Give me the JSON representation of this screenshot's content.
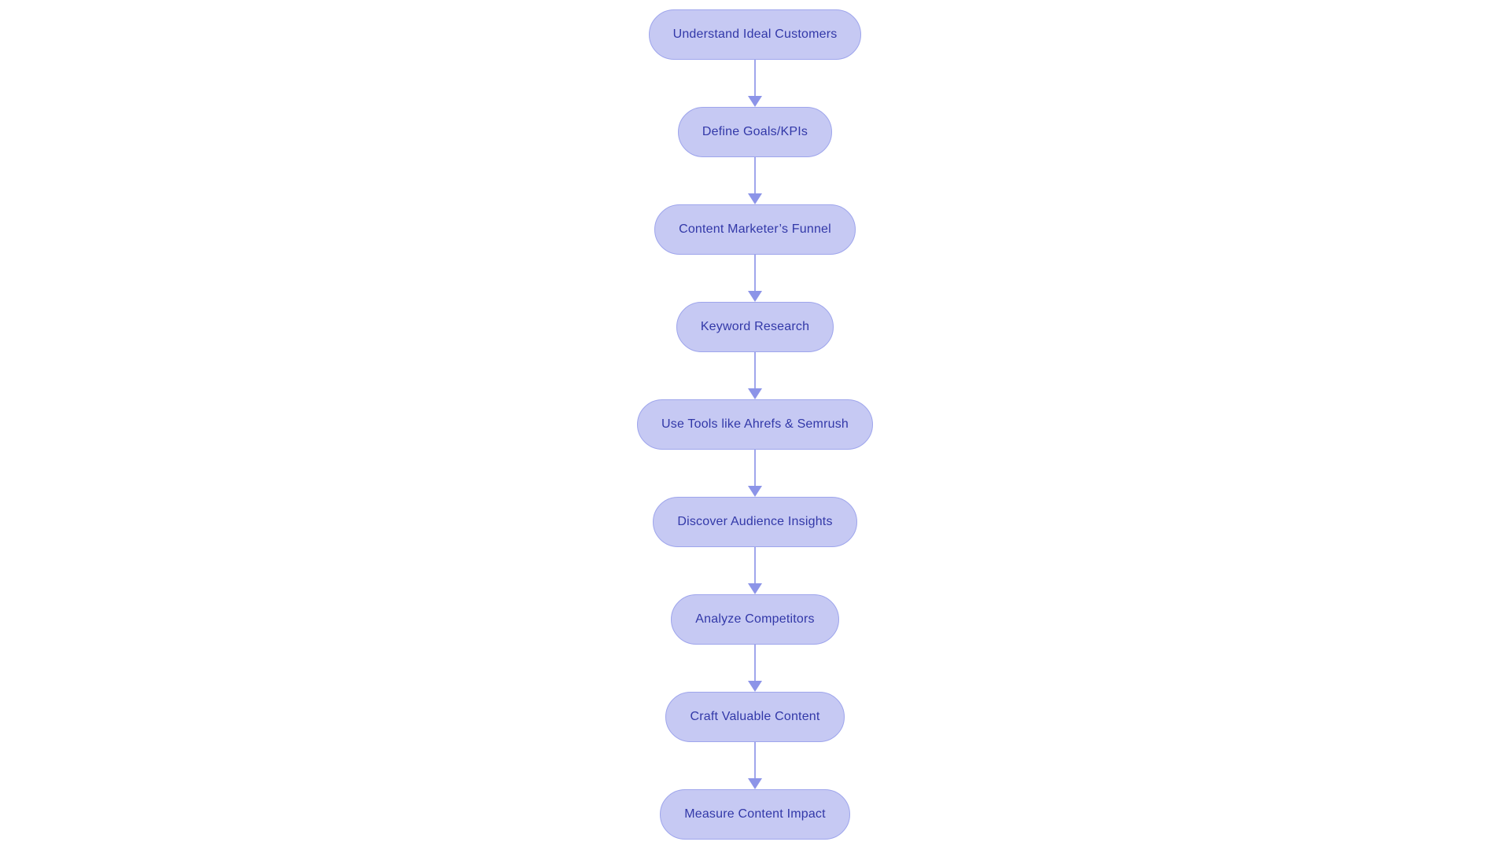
{
  "page": {
    "background_color": "#ffffff"
  },
  "flowchart": {
    "type": "flowchart",
    "direction": "top-down",
    "node_shape": "pill",
    "node_fill_color": "#c6c9f3",
    "node_border_color": "#9ea5ec",
    "node_text_color": "#3238a8",
    "arrow_line_color": "#a0a6ec",
    "arrow_head_color": "#8c94e8",
    "nodes": [
      {
        "id": "n1",
        "label": "Understand Ideal Customers"
      },
      {
        "id": "n2",
        "label": "Define Goals/KPIs"
      },
      {
        "id": "n3",
        "label": "Content Marketer’s Funnel"
      },
      {
        "id": "n4",
        "label": "Keyword Research"
      },
      {
        "id": "n5",
        "label": "Use Tools like Ahrefs & Semrush"
      },
      {
        "id": "n6",
        "label": "Discover Audience Insights"
      },
      {
        "id": "n7",
        "label": "Analyze Competitors"
      },
      {
        "id": "n8",
        "label": "Craft Valuable Content"
      },
      {
        "id": "n9",
        "label": "Measure Content Impact"
      }
    ],
    "edges": [
      {
        "from": "n1",
        "to": "n2"
      },
      {
        "from": "n2",
        "to": "n3"
      },
      {
        "from": "n3",
        "to": "n4"
      },
      {
        "from": "n4",
        "to": "n5"
      },
      {
        "from": "n5",
        "to": "n6"
      },
      {
        "from": "n6",
        "to": "n7"
      },
      {
        "from": "n7",
        "to": "n8"
      },
      {
        "from": "n8",
        "to": "n9"
      }
    ]
  }
}
